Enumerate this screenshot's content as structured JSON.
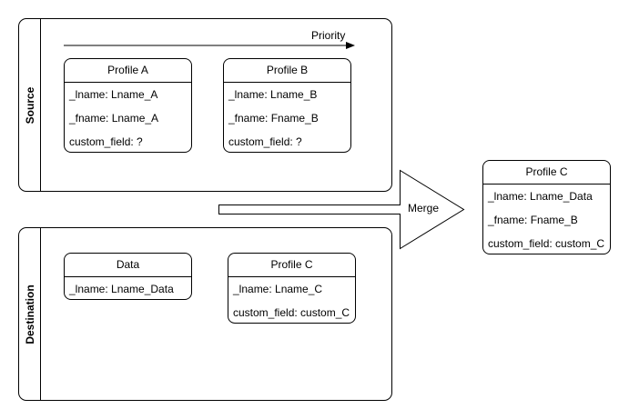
{
  "source": {
    "label": "Source",
    "priority_label": "Priority",
    "profiles": [
      {
        "title": "Profile A",
        "fields": [
          "_lname: Lname_A",
          "_fname: Lname_A",
          "custom_field: ?"
        ]
      },
      {
        "title": "Profile B",
        "fields": [
          "_lname: Lname_B",
          "_fname: Fname_B",
          "custom_field: ?"
        ]
      }
    ]
  },
  "destination": {
    "label": "Destination",
    "data_card": {
      "title": "Data",
      "fields": [
        "_lname: Lname_Data"
      ]
    },
    "profile_card": {
      "title": "Profile C",
      "fields": [
        "_lname: Lname_C",
        "custom_field: custom_C"
      ]
    }
  },
  "merge": {
    "label": "Merge"
  },
  "result": {
    "title": "Profile C",
    "fields": [
      "_lname: Lname_Data",
      "_fname: Fname_B",
      "custom_field: custom_C"
    ]
  }
}
